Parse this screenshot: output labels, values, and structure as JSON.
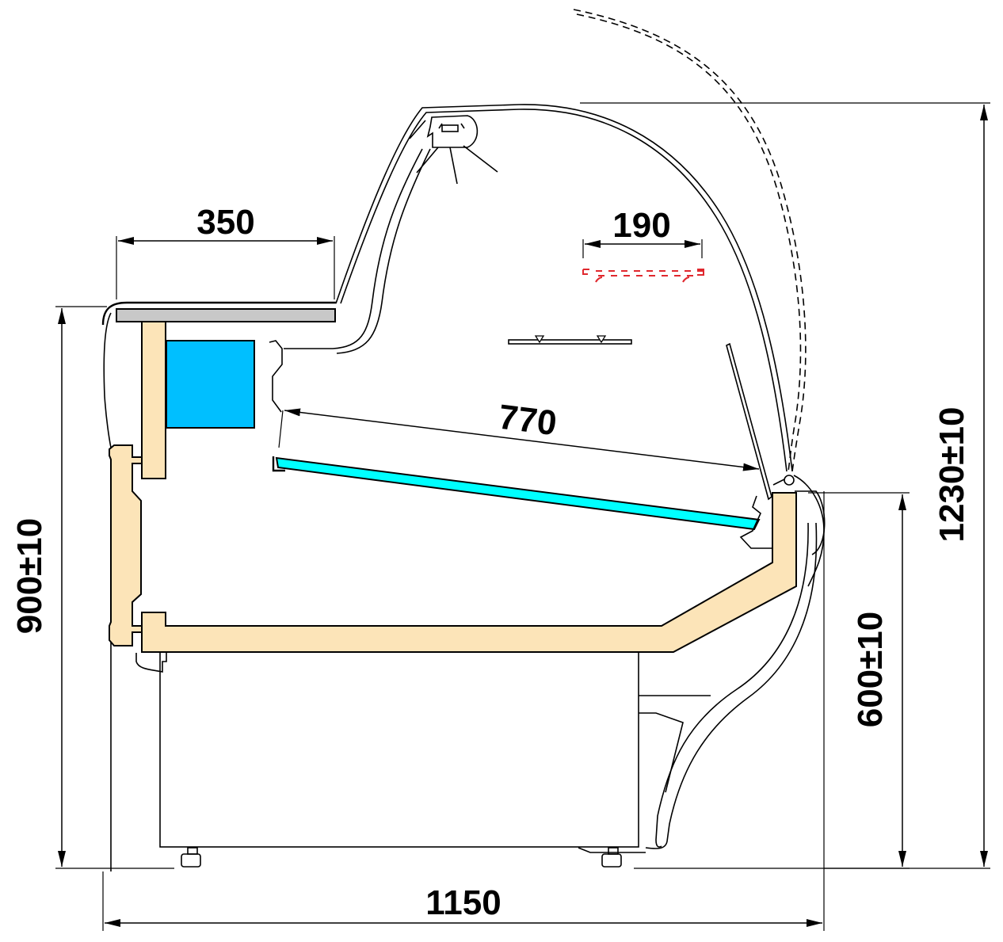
{
  "diagram": {
    "type": "technical-cross-section",
    "subject": "refrigerated display counter side profile",
    "colors": {
      "insulation": "#FCE4B8",
      "evaporator": "#00BFFF",
      "display_shelf": "#00FFFF",
      "worktop": "#C8C8C8",
      "led_lamp_outline": "#E0282E",
      "line": "#000000",
      "background": "#FFFFFF"
    },
    "dimensions": {
      "worktop_depth": "350",
      "shelf_light_width": "190",
      "display_depth": "770",
      "overall_depth": "1150",
      "counter_height": "900±10",
      "front_height": "600±10",
      "overall_height": "1230±10"
    }
  }
}
